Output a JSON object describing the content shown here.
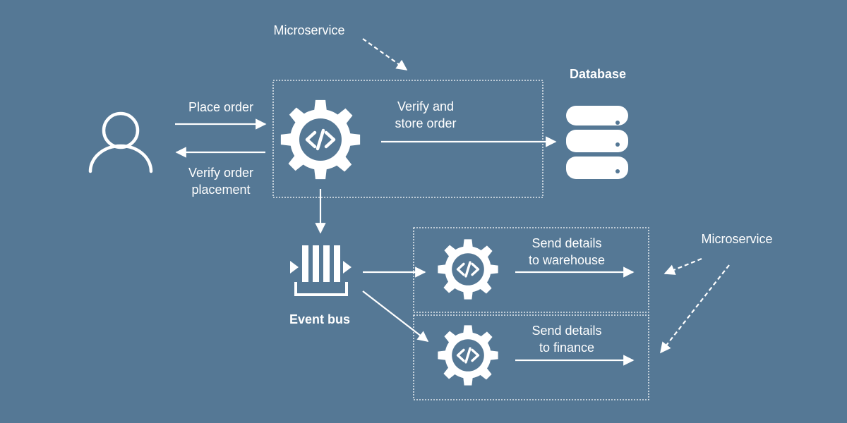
{
  "theme": {
    "background": "#557895",
    "foreground": "#ffffff"
  },
  "labels": {
    "microservice_top": "Microservice",
    "database": "Database",
    "place_order": "Place order",
    "verify_order_placement_line1": "Verify order",
    "verify_order_placement_line2": "placement",
    "verify_store_line1": "Verify and",
    "verify_store_line2": "store order",
    "event_bus": "Event bus",
    "send_warehouse_line1": "Send details",
    "send_warehouse_line2": "to warehouse",
    "send_finance_line1": "Send details",
    "send_finance_line2": "to finance",
    "microservice_right": "Microservice"
  },
  "icons": {
    "user": "user-icon",
    "order_service": "gear-code-icon",
    "database": "database-icon",
    "event_bus": "event-bus-icon",
    "warehouse_service": "gear-code-icon",
    "finance_service": "gear-code-icon"
  }
}
